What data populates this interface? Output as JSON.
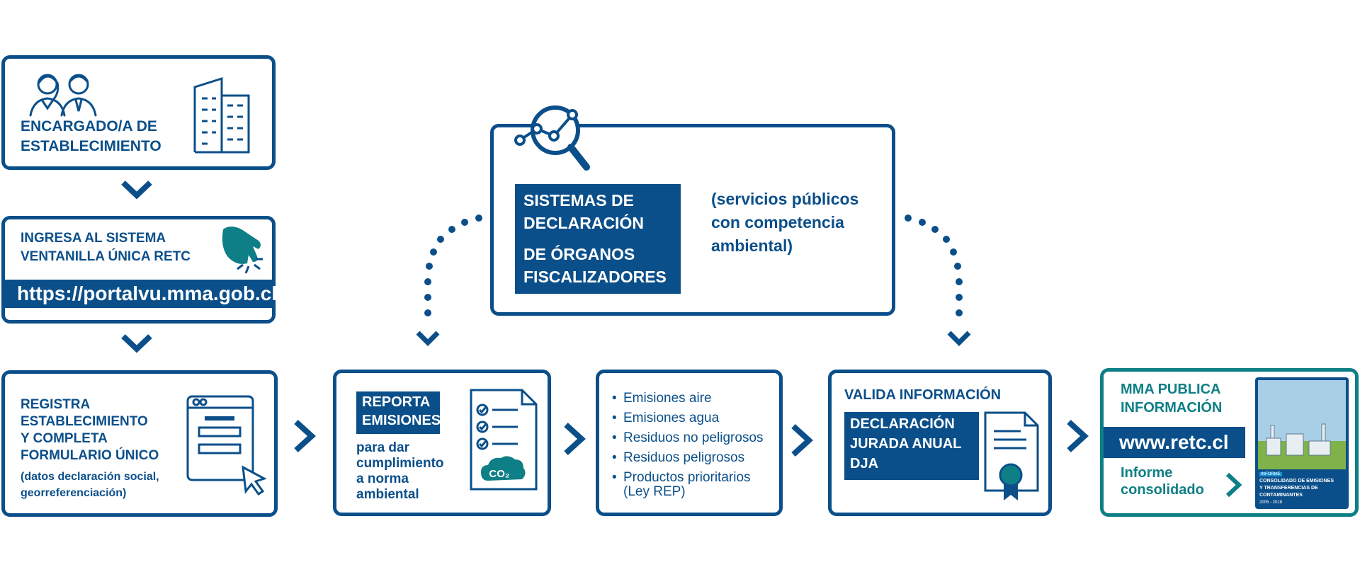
{
  "colors": {
    "navy": "#0b4f8a",
    "teal": "#0e7f86",
    "white": "#ffffff"
  },
  "step1": {
    "line1": "ENCARGADO/A DE",
    "line2": "ESTABLECIMIENTO",
    "icons": [
      "people-icon",
      "building-icon"
    ]
  },
  "step2": {
    "line1": "INGRESA AL SISTEMA",
    "line2": "VENTANILLA ÚNICA RETC",
    "url": "https://portalvu.mma.gob.cl",
    "icon": "pointing-hand-icon"
  },
  "step3": {
    "line1": "REGISTRA",
    "line2": "ESTABLECIMIENTO",
    "line3": "Y COMPLETA",
    "line4": "FORMULARIO ÚNICO",
    "note1": "(datos declaración social,",
    "note2": "georreferenciación)",
    "icon": "web-form-icon"
  },
  "step4": {
    "band1": "REPORTA",
    "band2": "EMISIONES",
    "sub1": "para dar",
    "sub2": "cumplimiento",
    "sub3": "a norma",
    "sub4": "ambiental",
    "icon": "checklist-co2-icon",
    "co2": "CO₂"
  },
  "step5": {
    "items": [
      "Emisiones aire",
      "Emisiones agua",
      "Residuos no peligrosos",
      "Residuos peligrosos",
      "Productos prioritarios",
      "(Ley REP)"
    ]
  },
  "step6": {
    "title": "VALIDA INFORMACIÓN",
    "band1": "DECLARACIÓN",
    "band2": "JURADA ANUAL",
    "band3": "DJA",
    "icon": "certificate-icon"
  },
  "step7": {
    "line1": "MMA PUBLICA",
    "line2": "INFORMACIÓN",
    "url": "www.retc.cl",
    "link1": "Informe",
    "link2": "consolidado",
    "cover_tag": "INFORME",
    "cover1": "CONSOLIDADO DE EMISIONES",
    "cover2": "Y TRANSFERENCIAS DE",
    "cover3": "CONTAMINANTES",
    "cover4": "2005 - 2018"
  },
  "top": {
    "band1": "SISTEMAS DE",
    "band2": "DECLARACIÓN",
    "band3": "DE ÓRGANOS",
    "band4": "FISCALIZADORES",
    "note1": "(servicios públicos",
    "note2": "con competencia",
    "note3": "ambiental)",
    "icon": "magnifier-chart-icon"
  }
}
